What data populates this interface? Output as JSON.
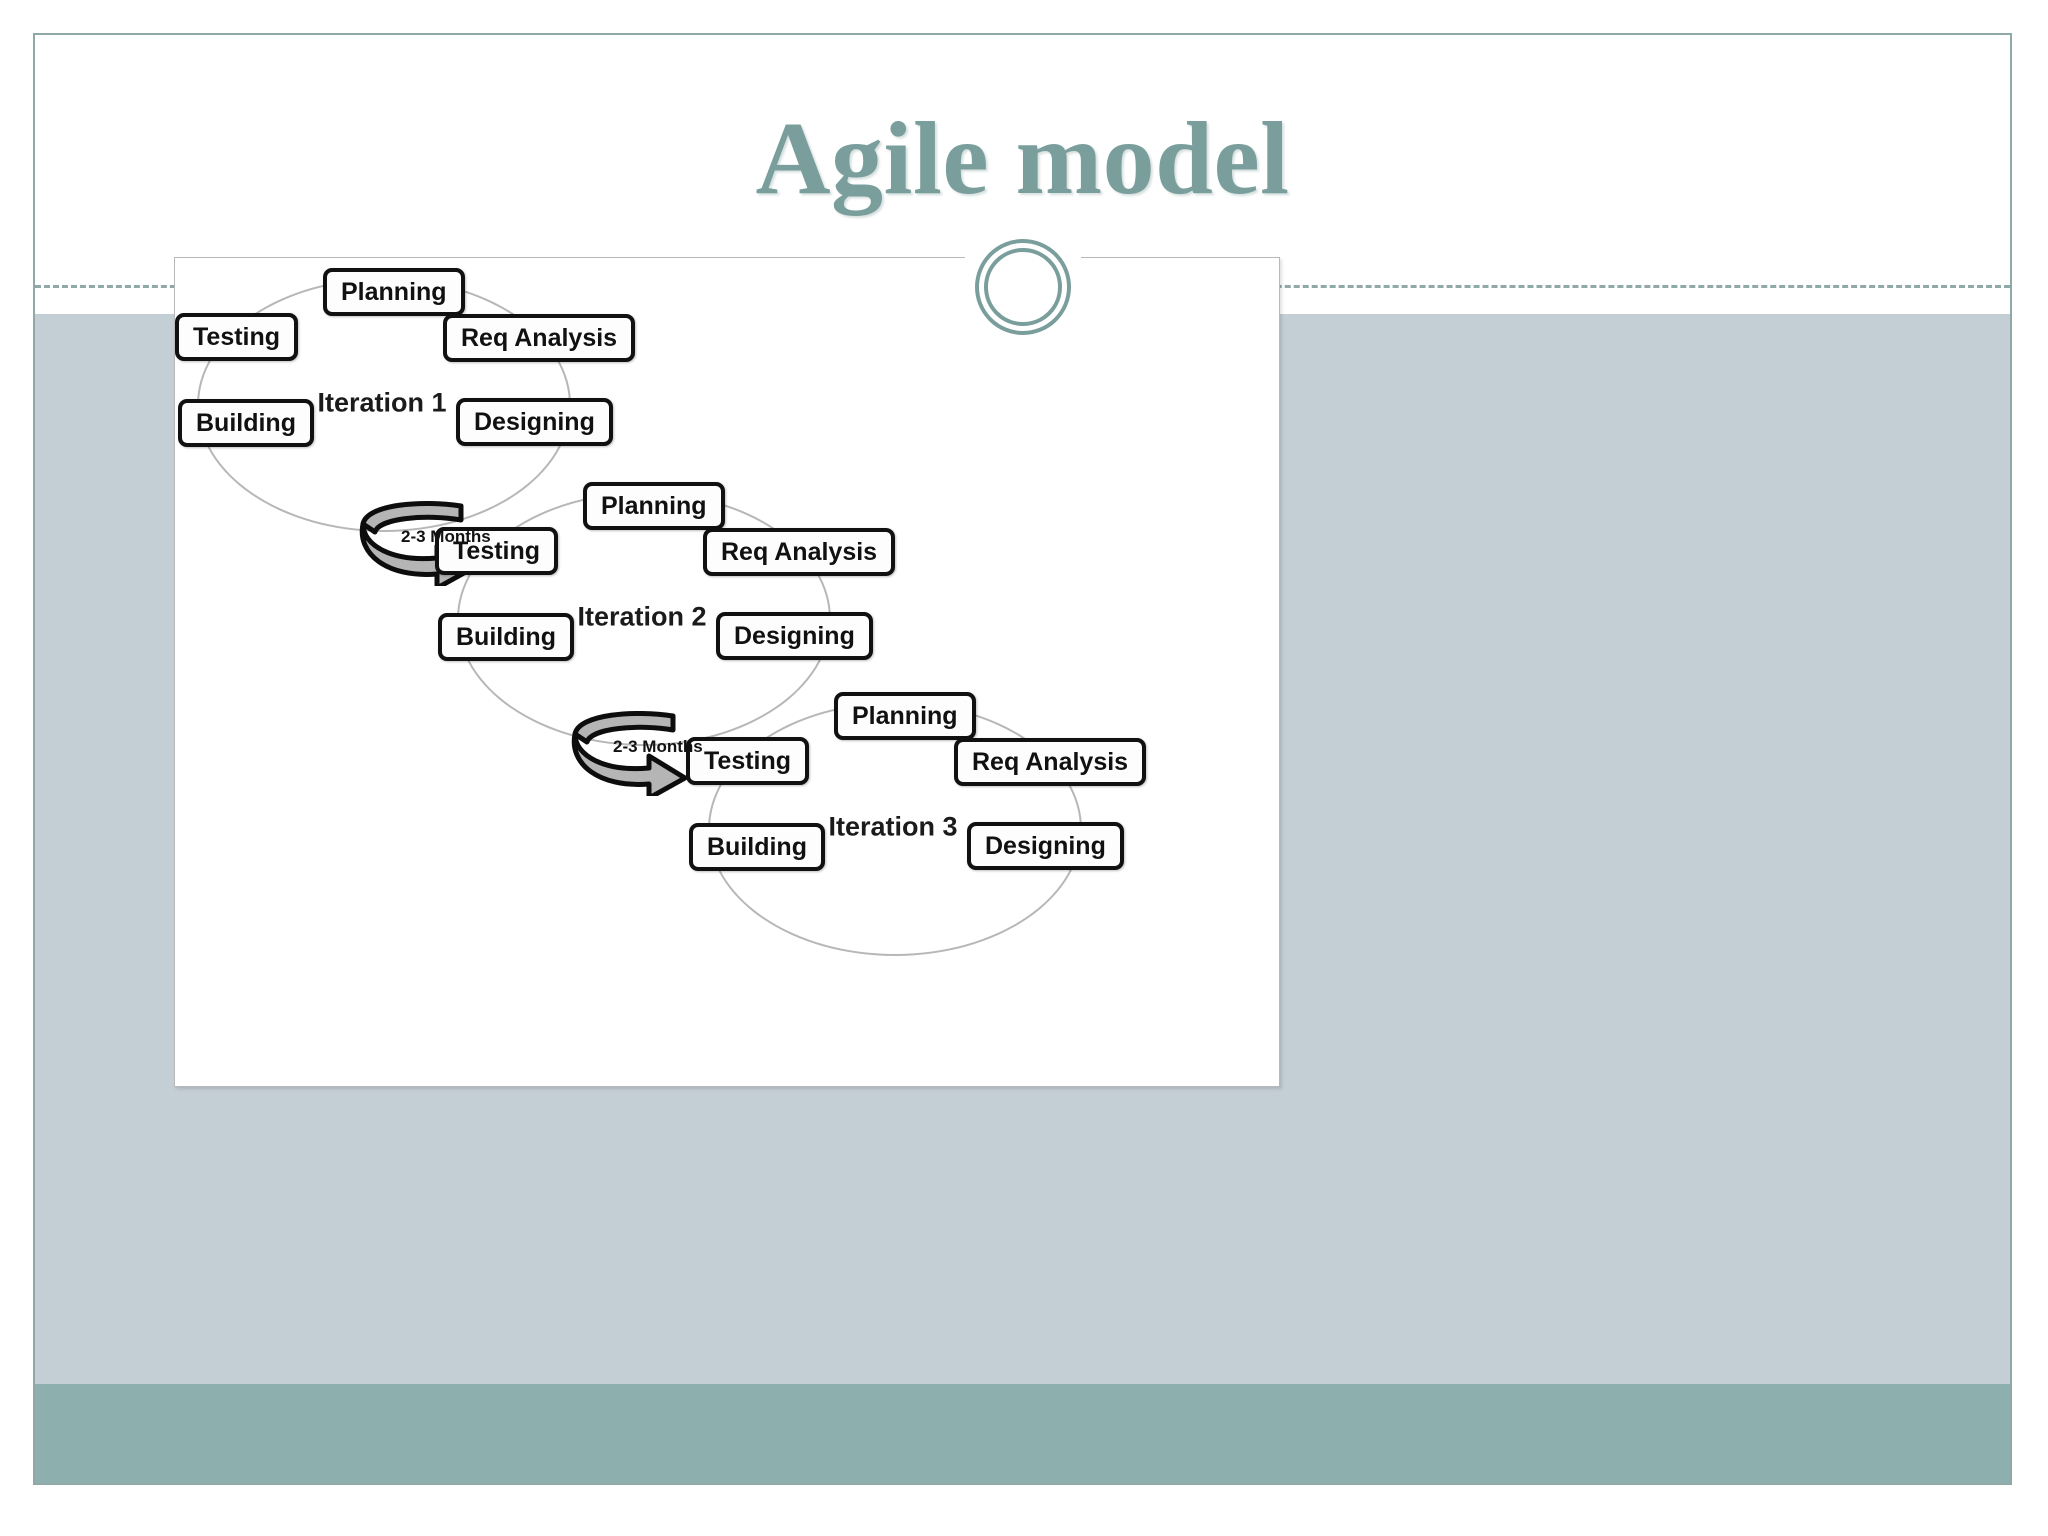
{
  "slide": {
    "title": "Agile model",
    "accent_color": "#7a9e9c",
    "body_band_color": "#c4ced5",
    "footer_band_color": "#8dafae",
    "divider_color": "#8fa9a8"
  },
  "diagram": {
    "iterations": [
      {
        "center_label": "Iteration 1",
        "stages": {
          "planning": "Planning",
          "req_analysis": "Req Analysis",
          "designing": "Designing",
          "building": "Building",
          "testing": "Testing"
        }
      },
      {
        "center_label": "Iteration 2",
        "stages": {
          "planning": "Planning",
          "req_analysis": "Req Analysis",
          "designing": "Designing",
          "building": "Building",
          "testing": "Testing"
        }
      },
      {
        "center_label": "Iteration 3",
        "stages": {
          "planning": "Planning",
          "req_analysis": "Req Analysis",
          "designing": "Designing",
          "building": "Building",
          "testing": "Testing"
        }
      }
    ],
    "transitions": [
      {
        "label": "2-3 Months"
      },
      {
        "label": "2-3 Months"
      }
    ]
  }
}
